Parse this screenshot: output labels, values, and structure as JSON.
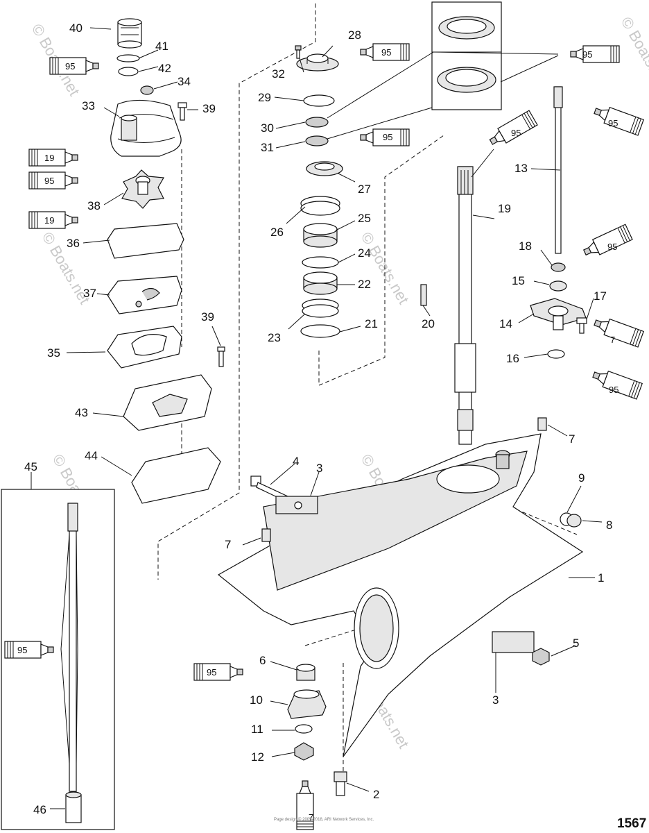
{
  "watermark": {
    "text": "© Boats.net"
  },
  "page_number": "1567",
  "footer_text": "Page design © 2005-2018, ARI Network Services, Inc.",
  "callouts": {
    "c1": "1",
    "c2": "2",
    "c3a": "3",
    "c3b": "3",
    "c4": "4",
    "c5": "5",
    "c6": "6",
    "c7a": "7",
    "c7b": "7",
    "c8": "8",
    "c9": "9",
    "c10": "10",
    "c11": "11",
    "c12": "12",
    "c13": "13",
    "c14": "14",
    "c15": "15",
    "c16": "16",
    "c17": "17",
    "c18": "18",
    "c19": "19",
    "c20": "20",
    "c21": "21",
    "c22": "22",
    "c23": "23",
    "c24": "24",
    "c25": "25",
    "c26": "26",
    "c27": "27",
    "c28": "28",
    "c29": "29",
    "c30": "30",
    "c31": "31",
    "c32": "32",
    "c33": "33",
    "c34": "34",
    "c35": "35",
    "c36": "36",
    "c37": "37",
    "c38": "38",
    "c39a": "39",
    "c39b": "39",
    "c40": "40",
    "c41": "41",
    "c42": "42",
    "c43": "43",
    "c44": "44",
    "c45": "45",
    "c46": "46"
  },
  "tubes": {
    "t1": "95",
    "t2": "95",
    "t3": "95",
    "t4": "95",
    "t5": "95",
    "t6": "19",
    "t7": "95",
    "t8": "19",
    "t9": "95",
    "t10": "95",
    "t11": "7",
    "t12": "95",
    "t13": "95",
    "t14": "95",
    "t15": "7"
  }
}
